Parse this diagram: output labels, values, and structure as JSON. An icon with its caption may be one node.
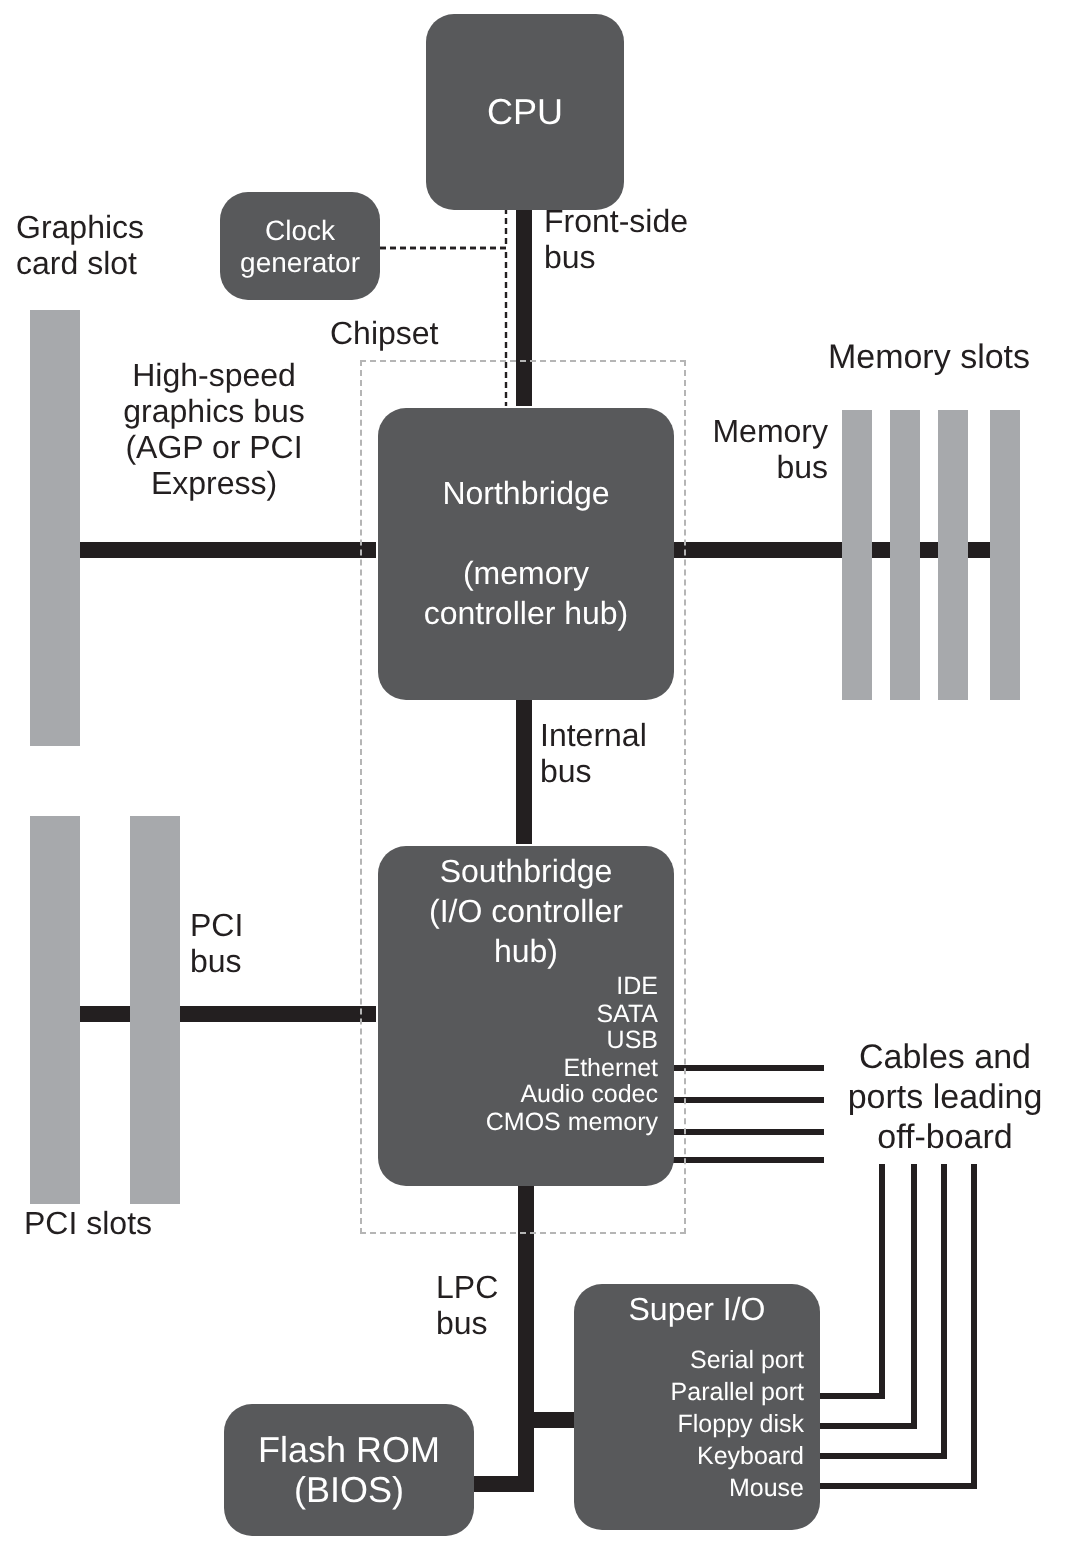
{
  "diagram": {
    "nodes": [
      {
        "text": [
          "CPU"
        ]
      },
      {
        "text": [
          "Clock generator"
        ]
      },
      {
        "text": [
          "Chipset"
        ]
      },
      {
        "text": [
          "Northbridge",
          "(memory controller hub)"
        ],
        "in": 2
      },
      {
        "text": [
          "Southbridge (I/O controller hub)",
          "IDE",
          "SATA",
          "USB",
          "Ethernet",
          "Audio codec",
          "CMOS memory"
        ],
        "in": 2
      },
      {
        "text": [],
        "shape": "bar"
      },
      {
        "text": [],
        "shape": "bar"
      },
      {
        "text": [],
        "shape": "bar"
      },
      {
        "text": [],
        "shape": "bar"
      },
      {
        "text": [],
        "shape": "bar"
      },
      {
        "text": [],
        "shape": "bar"
      },
      {
        "text": [],
        "shape": "bar"
      },
      {
        "text": [
          "Cables and ports leading off-board"
        ]
      },
      {
        "text": [
          "Super I/O",
          "Serial port",
          "Parallel port",
          "Floppy disk",
          "Keyboard",
          "Mouse"
        ]
      },
      {
        "text": [
          "Flash ROM (BIOS)"
        ]
      }
    ],
    "edges": [
      {
        "from": 0,
        "to": 3,
        "arrow": "none",
        "label": "Front-side bus"
      },
      {
        "from": 1,
        "to": 0,
        "arrow": "none",
        "style": "dashed"
      },
      {
        "from": 1,
        "to": 3,
        "arrow": "none",
        "style": "dashed"
      },
      {
        "from": 3,
        "to": 5,
        "arrow": "none",
        "label": "High-speed graphics bus (AGP or PCI Express)"
      },
      {
        "from": 3,
        "to": 6,
        "arrow": "none",
        "label": "Memory bus"
      },
      {
        "from": 6,
        "to": 7,
        "arrow": "none"
      },
      {
        "from": 7,
        "to": 8,
        "arrow": "none"
      },
      {
        "from": 8,
        "to": 9,
        "arrow": "none"
      },
      {
        "from": 3,
        "to": 4,
        "arrow": "none",
        "label": "Internal bus"
      },
      {
        "from": 4,
        "to": 11,
        "arrow": "none",
        "label": "PCI bus"
      },
      {
        "from": 11,
        "to": 10,
        "arrow": "none"
      },
      {
        "from": 4,
        "to": 13,
        "arrow": "none",
        "label": "LPC bus"
      },
      {
        "from": 4,
        "to": 14,
        "arrow": "none"
      },
      {
        "from": 4,
        "to": 12,
        "arrow": "none"
      },
      {
        "from": 4,
        "to": 12,
        "arrow": "none"
      },
      {
        "from": 4,
        "to": 12,
        "arrow": "none"
      },
      {
        "from": 4,
        "to": 12,
        "arrow": "none"
      },
      {
        "from": 13,
        "to": 12,
        "arrow": "none"
      },
      {
        "from": 13,
        "to": 12,
        "arrow": "none"
      },
      {
        "from": 13,
        "to": 12,
        "arrow": "none"
      },
      {
        "from": 13,
        "to": 12,
        "arrow": "none"
      }
    ],
    "labels": [
      "Graphics card slot",
      "Memory slots",
      "PCI slots"
    ]
  }
}
